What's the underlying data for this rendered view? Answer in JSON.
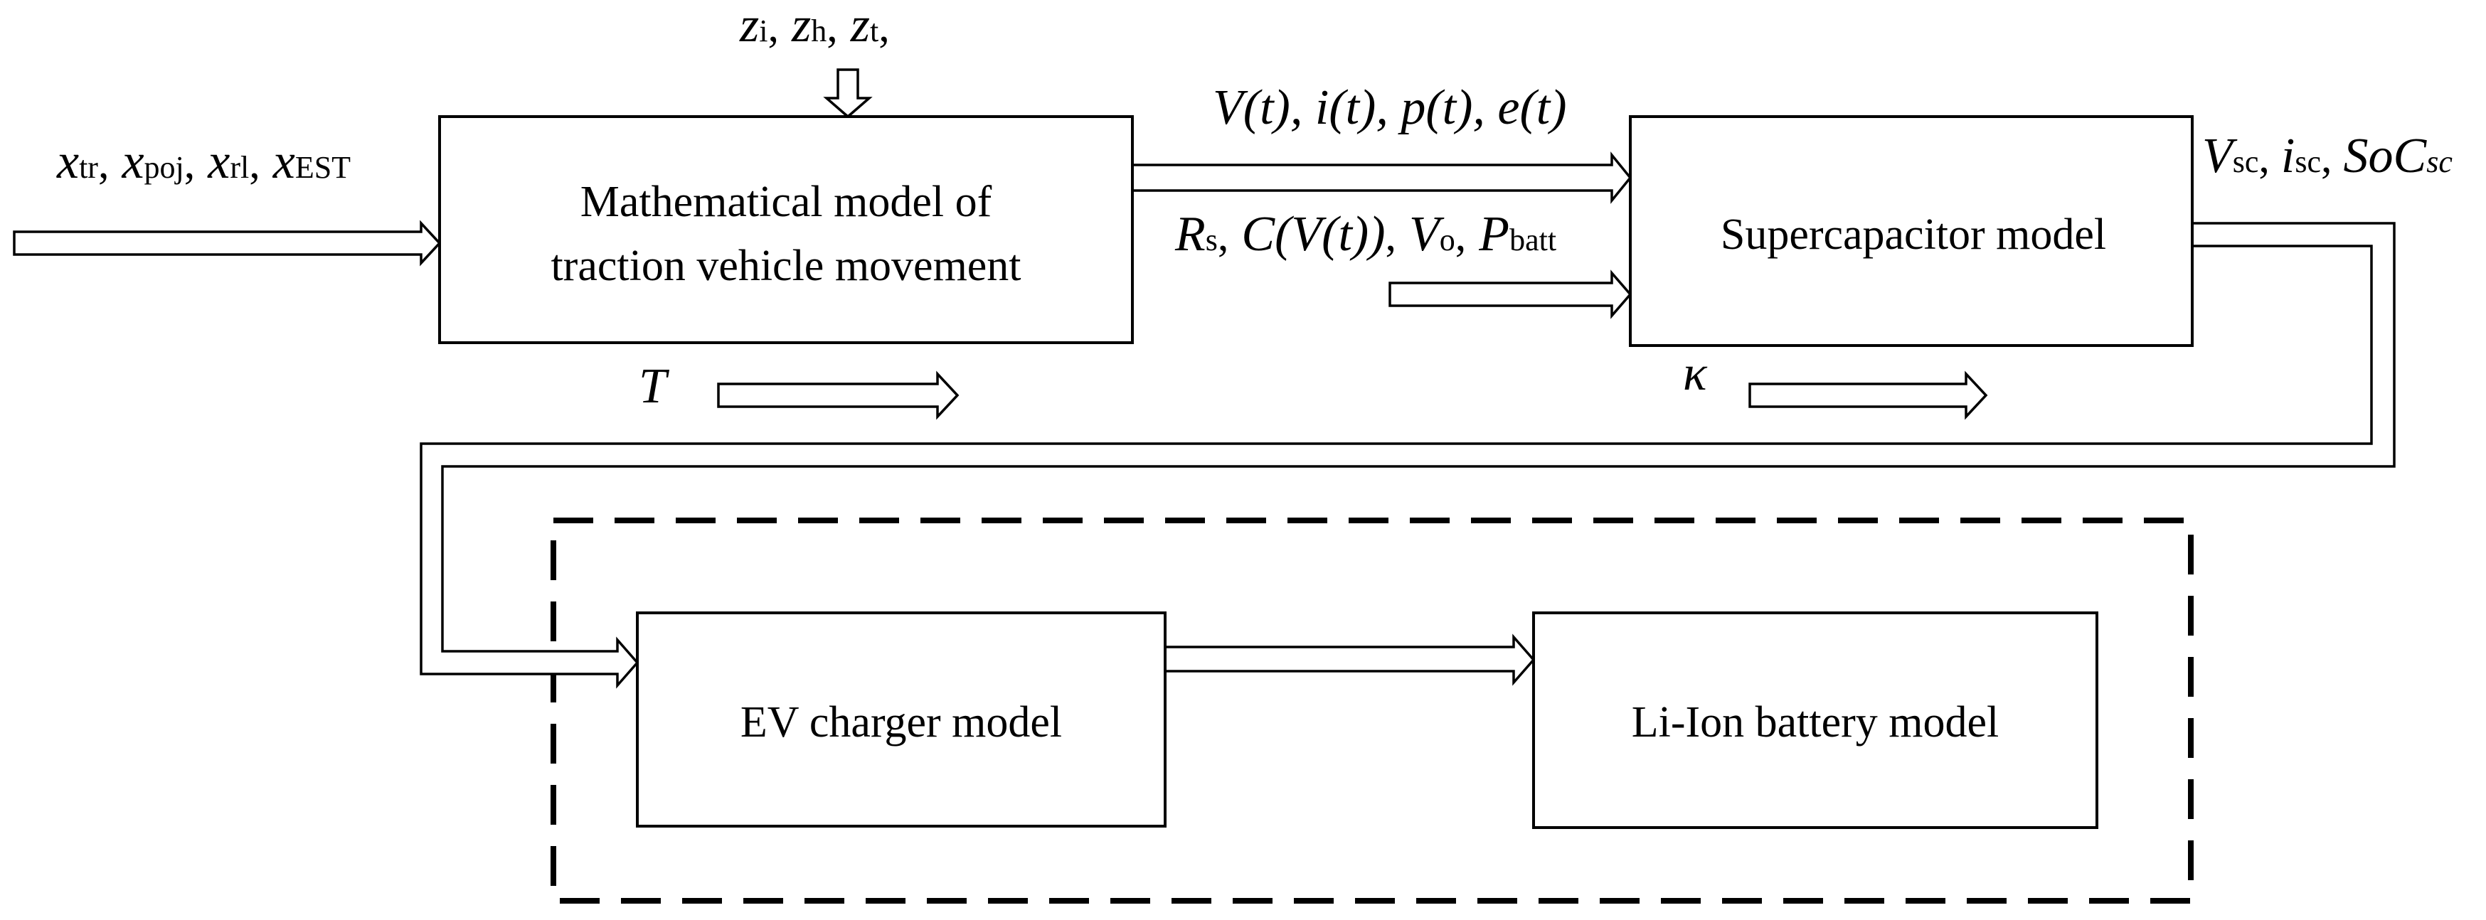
{
  "blocks": {
    "vehicle_model": {
      "line1": "Mathematical model of",
      "line2": "traction vehicle movement"
    },
    "supercapacitor_model": "Supercapacitor model",
    "ev_charger_model": "EV charger model",
    "battery_model": "Li-Ion battery model"
  },
  "signals": {
    "inputs_left": {
      "x_tr": {
        "sym": "x",
        "sub": "tr",
        "sep": ","
      },
      "x_poj": {
        "sym": "x",
        "sub": "poj",
        "sep": ","
      },
      "x_rl": {
        "sym": "x",
        "sub": "rl",
        "sep": ","
      },
      "x_est": {
        "sym": "x",
        "sub": "EST",
        "sep": ""
      }
    },
    "inputs_top": {
      "z_i": {
        "sym": "z",
        "sub": "i",
        "sep": ","
      },
      "z_h": {
        "sym": "z",
        "sub": "h",
        "sep": ","
      },
      "z_t": {
        "sym": "z",
        "sub": "t",
        "sep": ","
      }
    },
    "vehicle_outputs": "V(t), i(t), p(t), e(t)",
    "sc_parameters": {
      "r_s": {
        "sym": "R",
        "sub": "s",
        "sep": ","
      },
      "c_v": {
        "sym": "C(V(t))",
        "sep": ","
      },
      "v_o": {
        "sym": "V",
        "sub": "o",
        "sep": ","
      },
      "p_batt": {
        "sym": "P",
        "sub": "batt",
        "sep": ""
      }
    },
    "sc_outputs": {
      "v_sc": {
        "sym": "V",
        "sub": "sc",
        "sep": ","
      },
      "i_sc": {
        "sym": "i",
        "sub": "sc",
        "sep": ","
      },
      "soc_sc": {
        "sym": "SoC",
        "sub": "sc",
        "sep": ""
      }
    },
    "time_param": "T",
    "kappa_param": "κ"
  }
}
